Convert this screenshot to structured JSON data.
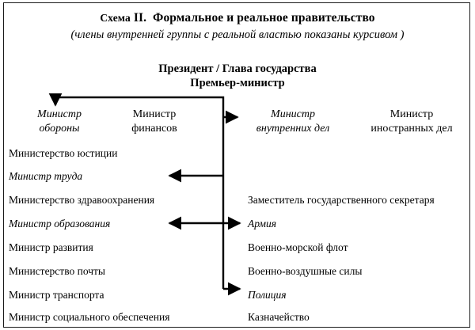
{
  "figure": {
    "title_prefix": "Схема",
    "title_numeral": "II.",
    "title_main": "Формальное и реальное правительство",
    "subtitle": "(члены внутренней группы с реальной властью показаны курсивом )"
  },
  "head": {
    "line1": "Президент / Глава государства",
    "line2": "Премьер-министр"
  },
  "ministers": [
    {
      "line1": "Министр",
      "line2": "обороны",
      "italic": true
    },
    {
      "line1": "Министр",
      "line2": "финансов",
      "italic": false
    },
    {
      "line1": "Министр",
      "line2": "внутренних дел",
      "italic": true
    },
    {
      "line1": "Министр",
      "line2": "иностранных дел",
      "italic": false
    }
  ],
  "left_column": [
    {
      "label": "Министерство юстиции",
      "italic": false
    },
    {
      "label": "Министр труда",
      "italic": true
    },
    {
      "label": "Министерство здравоохранения",
      "italic": false
    },
    {
      "label": "Министр образования",
      "italic": true
    },
    {
      "label": "Министр развития",
      "italic": false
    },
    {
      "label": "Министерство почты",
      "italic": false
    },
    {
      "label": "Министр транспорта",
      "italic": false
    },
    {
      "label": "Министр социального обеспечения",
      "italic": false
    }
  ],
  "right_column": [
    {
      "label": "Заместитель государственного секретаря",
      "italic": false
    },
    {
      "label": "Армия",
      "italic": true
    },
    {
      "label": "Военно-морской флот",
      "italic": false
    },
    {
      "label": "Военно-воздушные силы",
      "italic": false
    },
    {
      "label": "Полиция",
      "italic": true
    },
    {
      "label": "Казначейство",
      "italic": false
    }
  ],
  "colors": {
    "ink": "#000000",
    "background": "#ffffff",
    "border": "#1a1a1a"
  }
}
